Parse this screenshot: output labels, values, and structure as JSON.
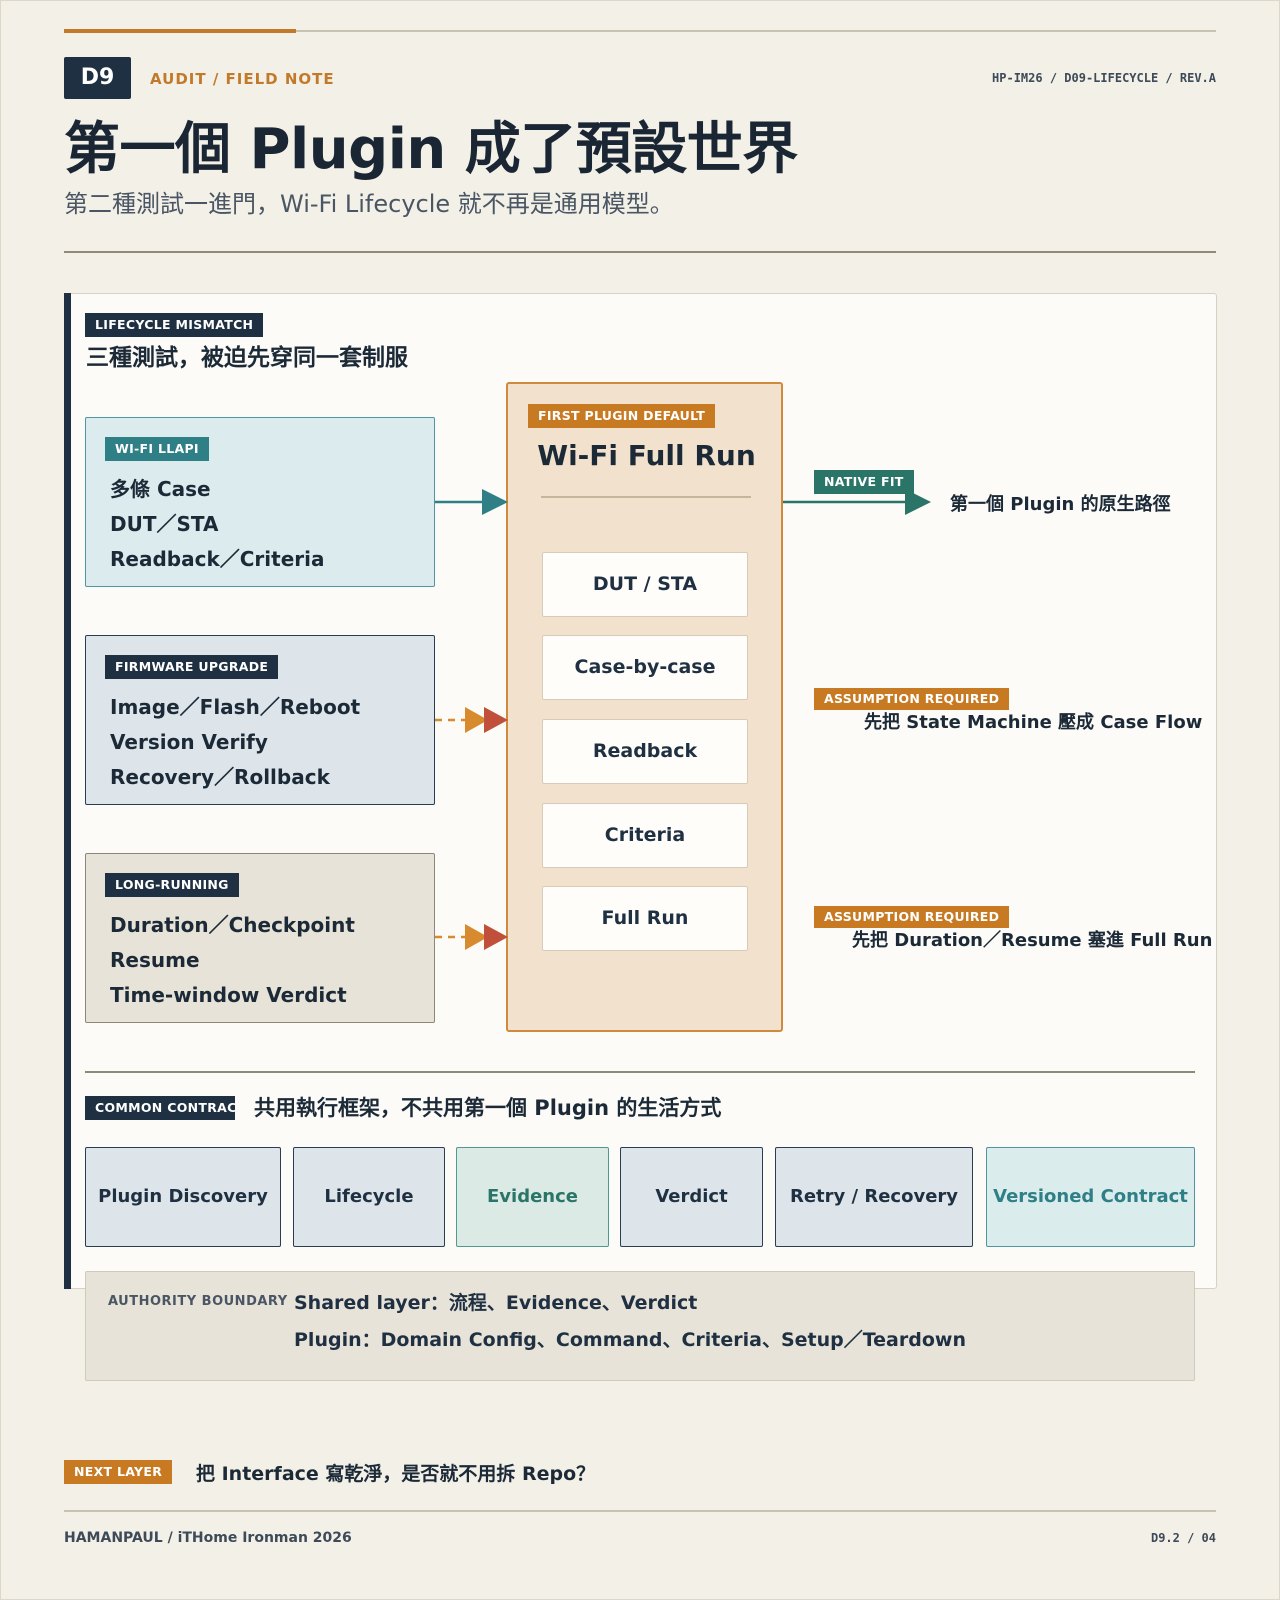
{
  "header": {
    "badge": "D9",
    "kicker": "AUDIT / FIELD NOTE",
    "doc_ref": "HP-IM26 / D09-LIFECYCLE / REV.A",
    "title": "第一個 Plugin 成了預設世界",
    "subtitle": "第二種測試一進門，Wi-Fi Lifecycle 就不再是通用模型。"
  },
  "mismatch": {
    "tag": "LIFECYCLE MISMATCH",
    "heading": "三種測試，被迫先穿同一套制服",
    "lanes": [
      {
        "tag": "WI-FI LLAPI",
        "lines": [
          "多條 Case",
          "DUT／STA",
          "Readback／Criteria"
        ]
      },
      {
        "tag": "FIRMWARE UPGRADE",
        "lines": [
          "Image／Flash／Reboot",
          "Version Verify",
          "Recovery／Rollback"
        ]
      },
      {
        "tag": "LONG-RUNNING",
        "lines": [
          "Duration／Checkpoint",
          "Resume",
          "Time-window Verdict"
        ]
      }
    ],
    "default_run": {
      "tag": "FIRST PLUGIN DEFAULT",
      "title": "Wi-Fi Full Run",
      "steps": [
        "DUT / STA",
        "Case-by-case",
        "Readback",
        "Criteria",
        "Full Run"
      ]
    },
    "native_fit": {
      "tag": "NATIVE FIT",
      "label": "第一個 Plugin 的原生路徑"
    },
    "assumptions": [
      {
        "tag": "ASSUMPTION REQUIRED",
        "label": "先把 State Machine 壓成 Case Flow"
      },
      {
        "tag": "ASSUMPTION REQUIRED",
        "label": "先把 Duration／Resume 塞進 Full Run"
      }
    ]
  },
  "contract": {
    "tag": "COMMON CONTRACT",
    "heading": "共用執行框架，不共用第一個 Plugin 的生活方式",
    "boxes": [
      "Plugin Discovery",
      "Lifecycle",
      "Evidence",
      "Verdict",
      "Retry / Recovery",
      "Versioned Contract"
    ]
  },
  "authority": {
    "label": "AUTHORITY BOUNDARY",
    "shared": "Shared layer：流程、Evidence、Verdict",
    "plugin": "Plugin：Domain Config、Command、Criteria、Setup／Teardown"
  },
  "next_layer": {
    "tag": "NEXT LAYER",
    "text": "把 Interface 寫乾淨，是否就不用拆 Repo？"
  },
  "footer": {
    "left": "HAMANPAUL / iTHome Ironman 2026",
    "right": "D9.2 / 04"
  },
  "colors": {
    "navy": "#1f3042",
    "teal": "#2f7f86",
    "green": "#2a7568",
    "orange": "#c77a22",
    "assumption_arrow": "#c0503a",
    "background": "#f3f0e7"
  }
}
